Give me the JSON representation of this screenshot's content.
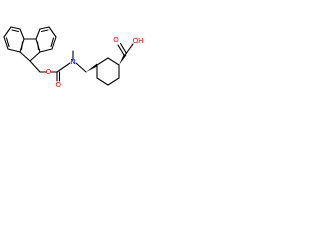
{
  "molecule": {
    "atoms": [
      {
        "id": "O1",
        "label": "O",
        "color": "#ff0000"
      },
      {
        "id": "O2",
        "label": "O",
        "color": "#ff0000"
      },
      {
        "id": "N1",
        "label": "N",
        "color": "#0000ff"
      },
      {
        "id": "O3",
        "label": "OH",
        "color": "#ff0000"
      },
      {
        "id": "O4",
        "label": "O",
        "color": "#ff0000"
      }
    ]
  },
  "colors": {
    "background": "#ffffff",
    "bond": "#000000",
    "oxygen": "#ff0000",
    "nitrogen": "#0000ff"
  }
}
